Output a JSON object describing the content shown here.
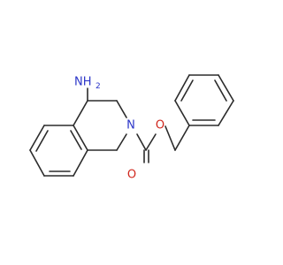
{
  "structure": {
    "atoms": {
      "amine_nitrogen": "NH",
      "amine_subscript": "2",
      "ring_nitrogen": "N",
      "ester_oxygen": "O",
      "carbonyl_oxygen": "O"
    }
  },
  "colors": {
    "bond": "#2b2b2b",
    "nitrogen": "#2b35c8",
    "oxygen": "#d0261c",
    "background": "#ffffff"
  }
}
